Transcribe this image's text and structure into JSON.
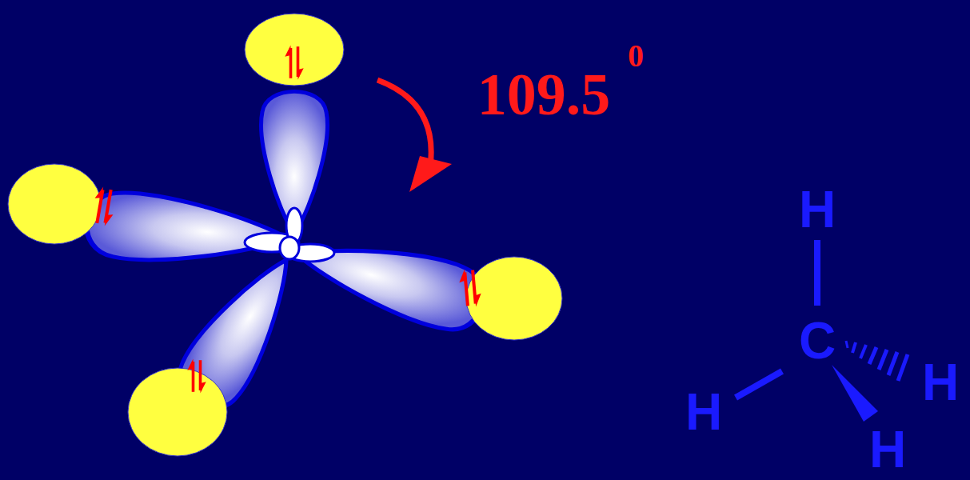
{
  "diagram": {
    "labels": [
      "109.5",
      "0",
      "H",
      "C",
      "H",
      "H",
      "H"
    ]
  }
}
